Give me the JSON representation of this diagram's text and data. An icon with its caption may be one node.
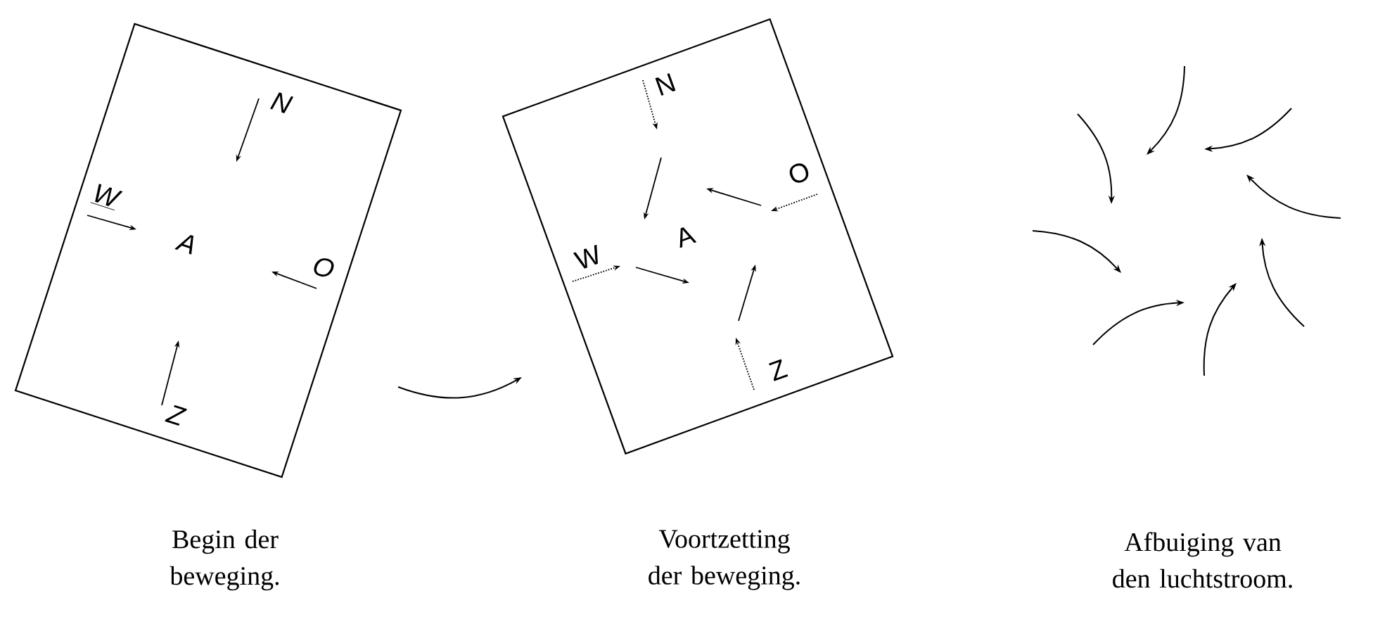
{
  "diagram": {
    "nodes": [
      {
        "text": [
          "N",
          "W",
          "A",
          "O",
          "Z"
        ]
      },
      {
        "text": [
          "N",
          "W",
          "A",
          "O",
          "Z"
        ]
      }
    ],
    "edges": [
      {
        "from": 0,
        "to": 1,
        "arrow": "to"
      }
    ],
    "labels": [
      "Begin der beweging.",
      "Voortzetting der beweging.",
      "Afbuiging van den luchtstroom."
    ]
  }
}
